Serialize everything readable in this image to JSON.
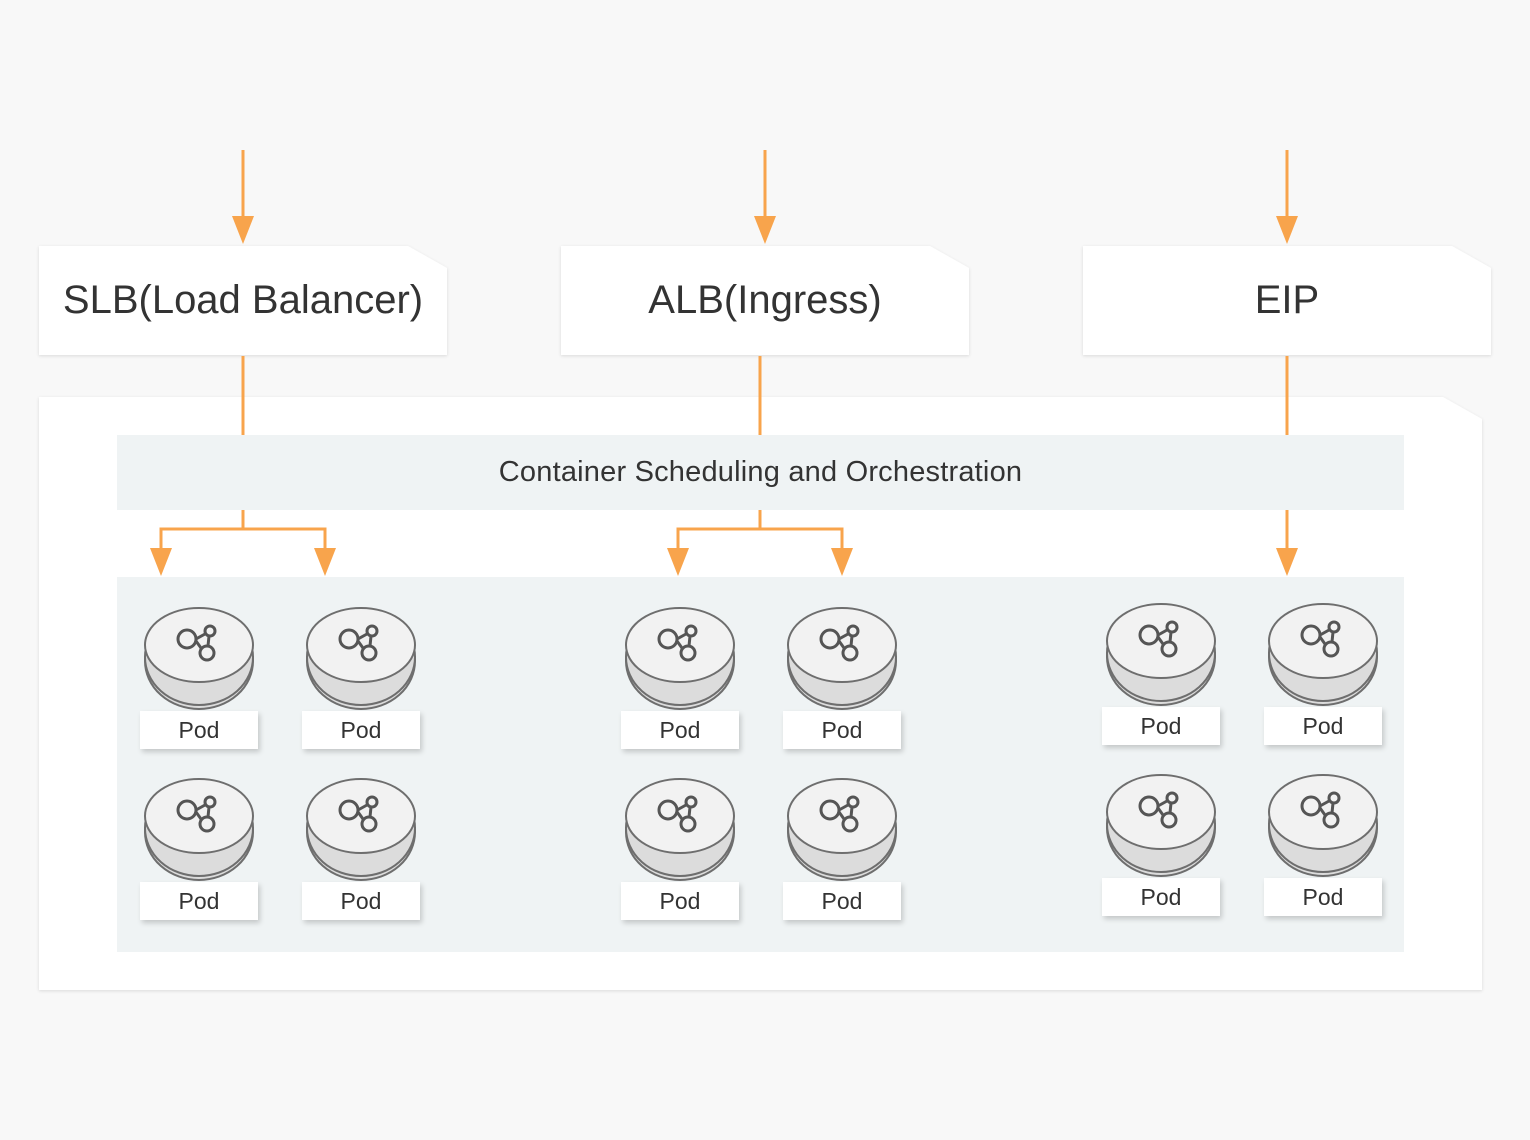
{
  "colors": {
    "background": "#f8f8f8",
    "arrow": "#f8a44c",
    "card": "#ffffff",
    "panel": "#eff3f4",
    "text": "#333333",
    "disk_top": "#f2f2f2",
    "disk_side": "#dcdcdc",
    "disk_stroke": "#6e6e6e"
  },
  "entry_points": [
    {
      "label": "SLB(Load Balancer)"
    },
    {
      "label": "ALB(Ingress)"
    },
    {
      "label": "EIP"
    }
  ],
  "scheduler": {
    "label": "Container Scheduling and Orchestration"
  },
  "pod_groups": [
    {
      "entry": "SLB(Load Balancer)",
      "pods": [
        "Pod",
        "Pod",
        "Pod",
        "Pod"
      ]
    },
    {
      "entry": "ALB(Ingress)",
      "pods": [
        "Pod",
        "Pod",
        "Pod",
        "Pod"
      ]
    },
    {
      "entry": "EIP",
      "pods": [
        "Pod",
        "Pod",
        "Pod",
        "Pod"
      ]
    }
  ],
  "icons": {
    "pod": "pod-network-icon",
    "arrow": "arrow-down-icon"
  }
}
